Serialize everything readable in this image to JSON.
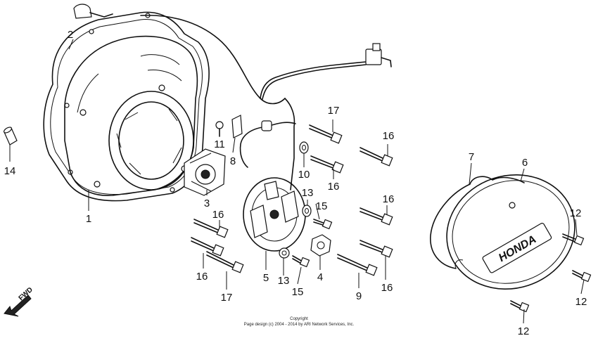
{
  "callouts": {
    "c1": "1",
    "c2": "2",
    "c3": "3",
    "c4": "4",
    "c5": "5",
    "c6": "6",
    "c7": "7",
    "c8": "8",
    "c9": "9",
    "c10": "10",
    "c11": "11",
    "c12a": "12",
    "c12b": "12",
    "c12c": "12",
    "c13a": "13",
    "c13b": "13",
    "c14": "14",
    "c15a": "15",
    "c15b": "15",
    "c16a": "16",
    "c16b": "16",
    "c16c": "16",
    "c16d": "16",
    "c16e": "16",
    "c16f": "16",
    "c17a": "17",
    "c17b": "17"
  },
  "cover_logo": "HONDA",
  "fwd_label": "FWD",
  "copyright": {
    "line1": "Copyright",
    "line2": "Page design (c) 2004 - 2014 by ARI Network Services, Inc."
  },
  "colors": {
    "ink": "#111111",
    "paper": "#ffffff"
  }
}
